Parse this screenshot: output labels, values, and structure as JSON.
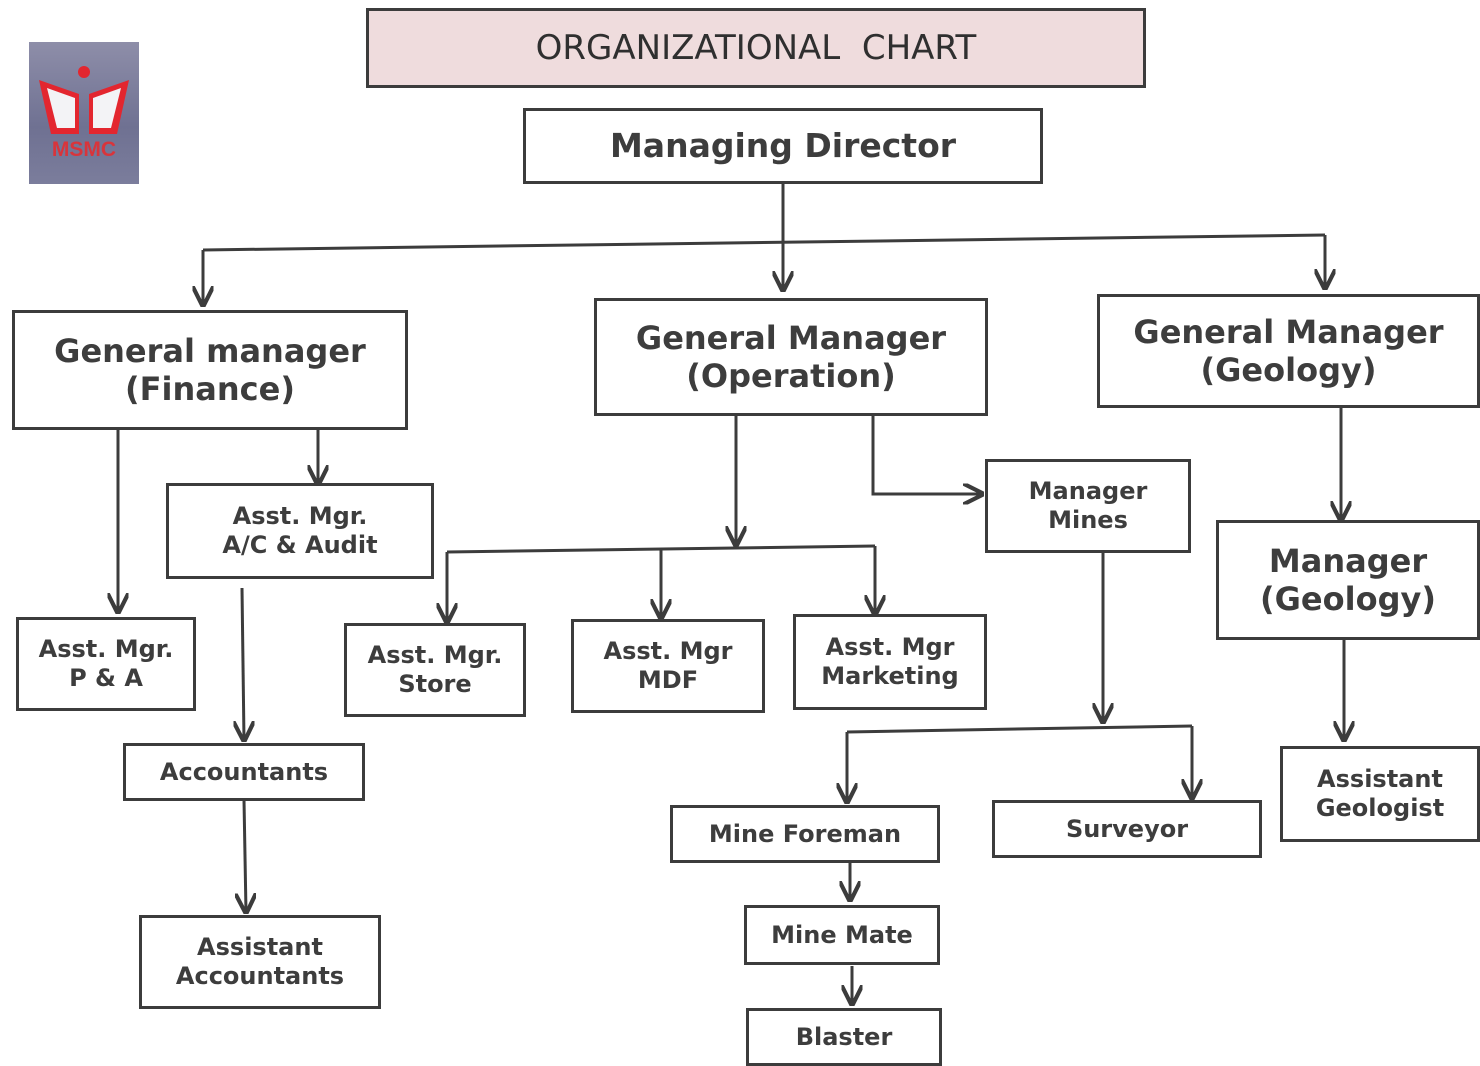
{
  "logo": {
    "text": "MSMC",
    "colors": {
      "mark": "#e3262f",
      "background": "#7a7c9b"
    }
  },
  "title": "ORGANIZATIONAL  CHART",
  "colors": {
    "title_fill": "#efdcdd",
    "border": "#3c3c3c",
    "text": "#3d3d3d"
  },
  "org": {
    "managing_director": "Managing Director",
    "gm_finance": {
      "line1": "General manager",
      "line2": "(Finance)"
    },
    "gm_operation": {
      "line1": "General Manager",
      "line2": "(Operation)"
    },
    "gm_geology": {
      "line1": "General Manager",
      "line2": "(Geology)"
    },
    "asst_mgr_ac_audit": {
      "line1": "Asst. Mgr.",
      "line2": "A/C & Audit"
    },
    "asst_mgr_pa": {
      "line1": "Asst. Mgr.",
      "line2": "P & A"
    },
    "accountants": "Accountants",
    "assistant_accountants": {
      "line1": "Assistant",
      "line2": "Accountants"
    },
    "asst_mgr_store": {
      "line1": "Asst. Mgr.",
      "line2": "Store"
    },
    "asst_mgr_mdf": {
      "line1": "Asst. Mgr",
      "line2": "MDF"
    },
    "asst_mgr_marketing": {
      "line1": "Asst. Mgr",
      "line2": "Marketing"
    },
    "manager_mines": {
      "line1": "Manager",
      "line2": "Mines"
    },
    "manager_geology": {
      "line1": "Manager",
      "line2": "(Geology)"
    },
    "assistant_geologist": {
      "line1": "Assistant",
      "line2": "Geologist"
    },
    "mine_foreman": "Mine Foreman",
    "surveyor": "Surveyor",
    "mine_mate": "Mine Mate",
    "blaster": "Blaster"
  }
}
